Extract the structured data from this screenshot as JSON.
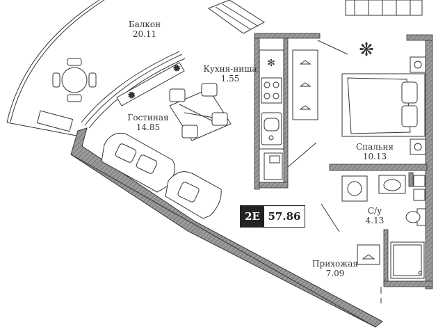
{
  "rooms": {
    "balcony": {
      "name": "Балкон",
      "area": "20.11"
    },
    "kitchen": {
      "name": "Кухня-ниша",
      "area": "1.55"
    },
    "living": {
      "name": "Гостиная",
      "area": "14.85"
    },
    "bedroom": {
      "name": "Спальня",
      "area": "10.13"
    },
    "bathroom": {
      "name": "С/у",
      "area": "4.13"
    },
    "hallway": {
      "name": "Прихожая",
      "area": "7.09"
    }
  },
  "badge": {
    "type": "2E",
    "total_area": "57.86"
  },
  "colors": {
    "wall": "#8a8a8a",
    "line": "#333333",
    "badge_dark": "#222222"
  }
}
